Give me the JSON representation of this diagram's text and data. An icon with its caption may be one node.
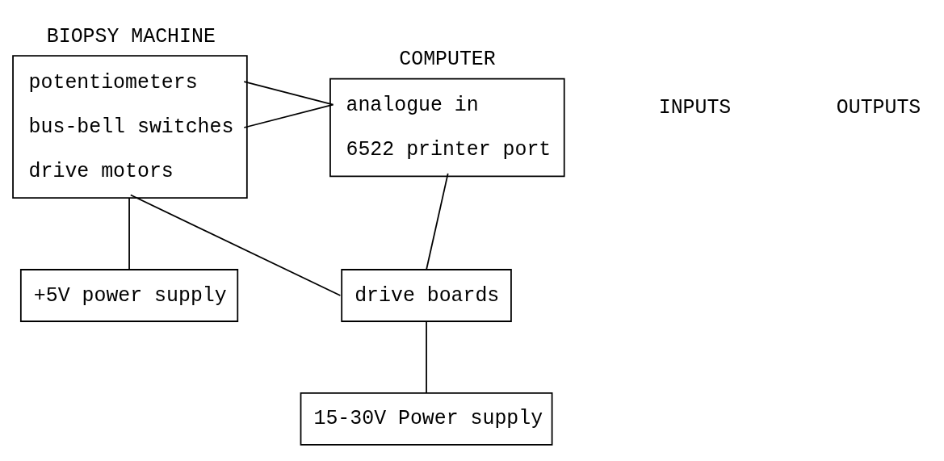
{
  "diagram": {
    "nodes": [
      {
        "text": [
          "BIOPSY MACHINE",
          "potentiometers",
          "bus-bell switches",
          "drive motors"
        ]
      },
      {
        "text": [
          "COMPUTER",
          "analogue in",
          "6522 printer port"
        ]
      },
      {
        "text": [
          "+5V power supply"
        ]
      },
      {
        "text": [
          "drive boards"
        ]
      },
      {
        "text": [
          "15-30V Power supply"
        ]
      }
    ],
    "edges": [
      {
        "from": 0,
        "to": 1,
        "arrow": "none"
      },
      {
        "from": 0,
        "to": 1,
        "arrow": "none"
      },
      {
        "from": 0,
        "to": 2,
        "arrow": "none"
      },
      {
        "from": 0,
        "to": 3,
        "arrow": "none"
      },
      {
        "from": 1,
        "to": 3,
        "arrow": "none"
      },
      {
        "from": 3,
        "to": 4,
        "arrow": "none"
      }
    ],
    "labels": [
      "INPUTS",
      "OUTPUTS"
    ]
  }
}
